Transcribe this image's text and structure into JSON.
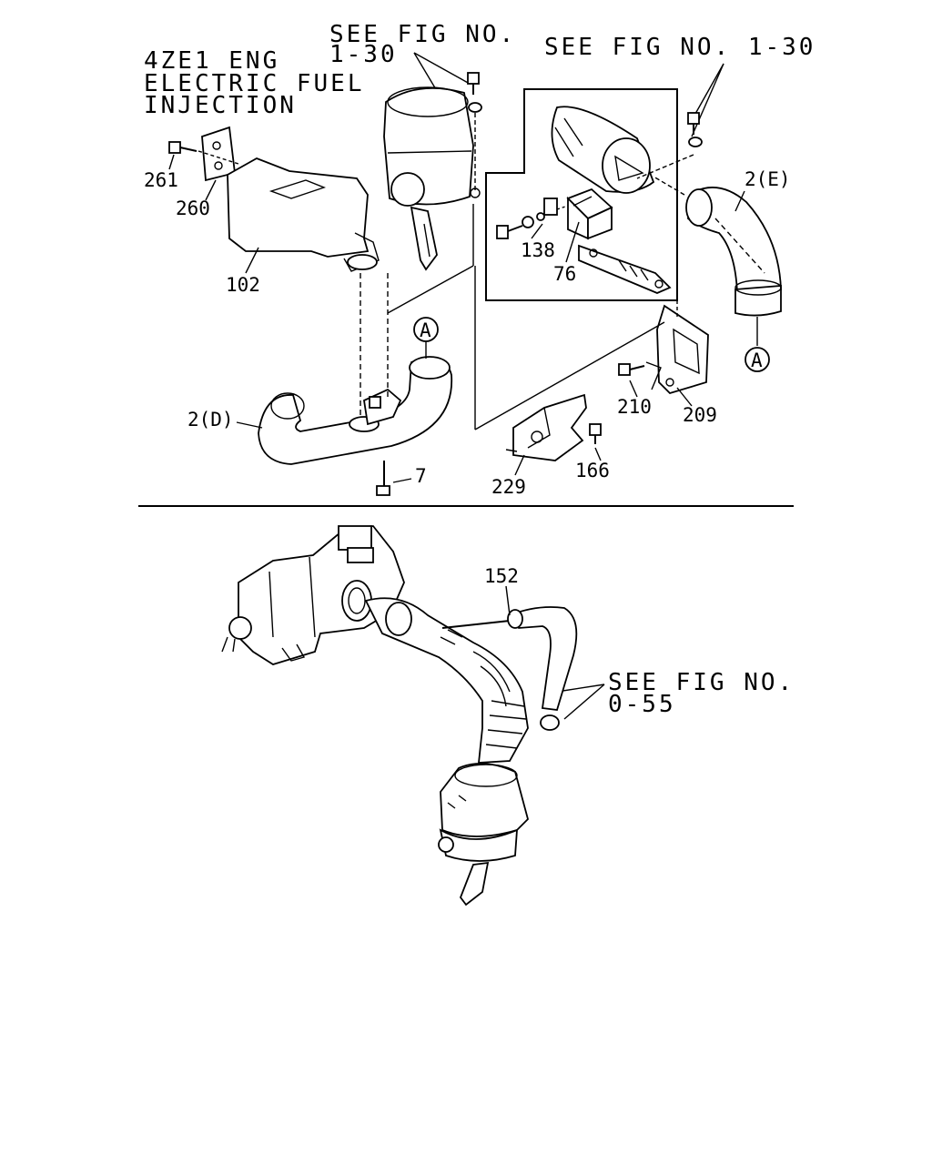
{
  "titles": {
    "engine_line1": "4ZE1 ENG",
    "engine_line2": "ELECTRIC FUEL",
    "engine_line3": "INJECTION",
    "see_fig_top_line1": "SEE FIG NO.",
    "see_fig_top_line2": "1-30",
    "see_fig_right": "SEE FIG NO. 1-30",
    "see_fig_bottom_line1": "SEE FIG NO.",
    "see_fig_bottom_line2": "0-55"
  },
  "callouts": {
    "p261": "261",
    "p260": "260",
    "p102": "102",
    "p138": "138",
    "p76": "76",
    "p2e": "2(E)",
    "p2d": "2(D)",
    "p7": "7",
    "p210": "210",
    "p209": "209",
    "p229": "229",
    "p166": "166",
    "p152": "152"
  },
  "markers": {
    "a_left": "A",
    "a_right": "A"
  }
}
